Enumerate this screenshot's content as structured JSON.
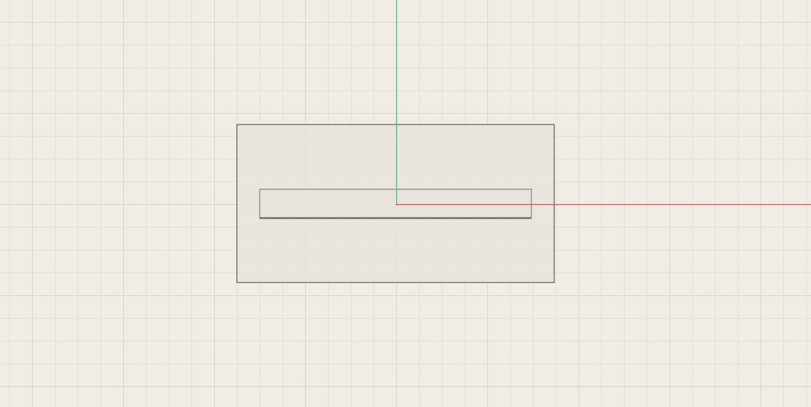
{
  "canvas": {
    "background_color": "#f1ede6",
    "grid": true,
    "minor_grid_color": "#e4e0d8",
    "major_grid_color": "#dad5cc"
  },
  "axes": {
    "x_axis_color": "#e04848",
    "y_axis_color": "#3cb878"
  },
  "shapes": [
    {
      "kind": "rectangle",
      "name": "outer-rectangle",
      "fill": "#e8e4dd",
      "stroke": "#7d7b76"
    },
    {
      "kind": "rectangle",
      "name": "inner-slot-rectangle",
      "fill": "#e8e4dd",
      "stroke": "#6e6c68"
    }
  ]
}
